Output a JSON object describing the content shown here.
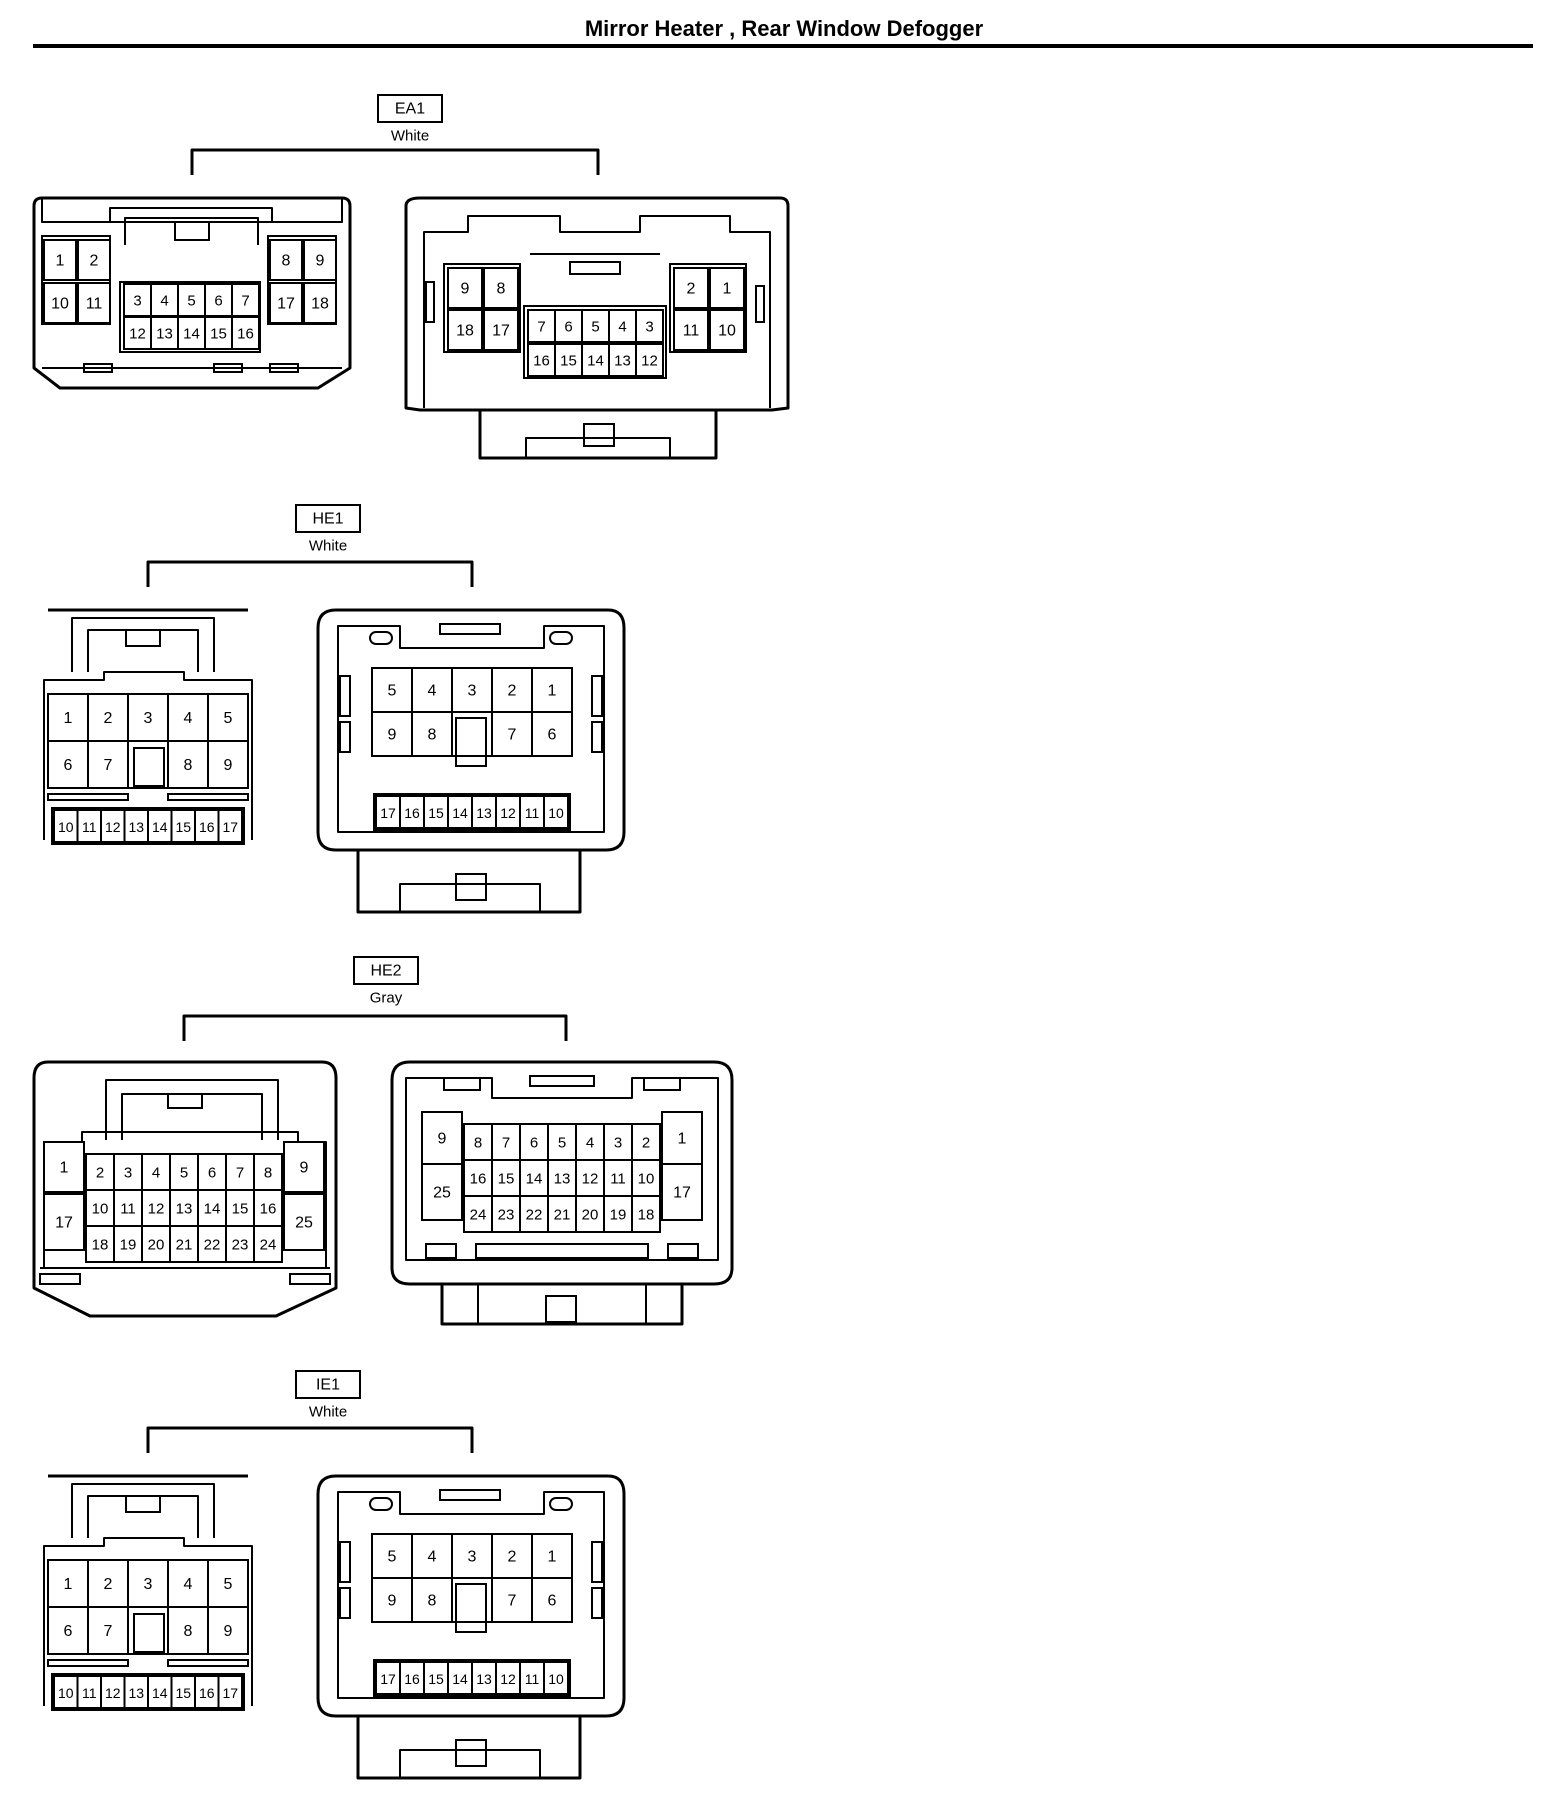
{
  "title": "Mirror Heater , Rear Window Defogger",
  "connectors": [
    {
      "code": "EA1",
      "color": "White",
      "left_view": {
        "top_row": [
          "1",
          "2",
          "8",
          "9"
        ],
        "row2": [
          "10",
          "11",
          "3",
          "4",
          "5",
          "6",
          "7",
          "17",
          "18"
        ],
        "row3": [
          "12",
          "13",
          "14",
          "15",
          "16"
        ]
      },
      "right_view": {
        "top_row": [
          "9",
          "8",
          "2",
          "1"
        ],
        "row2": [
          "18",
          "17",
          "7",
          "6",
          "5",
          "4",
          "3",
          "11",
          "10"
        ],
        "row3": [
          "16",
          "15",
          "14",
          "13",
          "12"
        ]
      }
    },
    {
      "code": "HE1",
      "color": "White",
      "left_view": {
        "row1": [
          "1",
          "2",
          "3",
          "4",
          "5"
        ],
        "row2": [
          "6",
          "7",
          "8",
          "9"
        ],
        "row3": [
          "10",
          "11",
          "12",
          "13",
          "14",
          "15",
          "16",
          "17"
        ]
      },
      "right_view": {
        "row1": [
          "5",
          "4",
          "3",
          "2",
          "1"
        ],
        "row2": [
          "9",
          "8",
          "7",
          "6"
        ],
        "row3": [
          "17",
          "16",
          "15",
          "14",
          "13",
          "12",
          "11",
          "10"
        ]
      }
    },
    {
      "code": "HE2",
      "color": "Gray",
      "left_view": {
        "side_left": [
          "1",
          "17"
        ],
        "row1": [
          "2",
          "3",
          "4",
          "5",
          "6",
          "7",
          "8"
        ],
        "row2": [
          "10",
          "11",
          "12",
          "13",
          "14",
          "15",
          "16"
        ],
        "row3": [
          "18",
          "19",
          "20",
          "21",
          "22",
          "23",
          "24"
        ],
        "side_right": [
          "9",
          "25"
        ]
      },
      "right_view": {
        "side_left": [
          "9",
          "25"
        ],
        "row1": [
          "8",
          "7",
          "6",
          "5",
          "4",
          "3",
          "2"
        ],
        "row2": [
          "16",
          "15",
          "14",
          "13",
          "12",
          "11",
          "10"
        ],
        "row3": [
          "24",
          "23",
          "22",
          "21",
          "20",
          "19",
          "18"
        ],
        "side_right": [
          "1",
          "17"
        ]
      }
    },
    {
      "code": "IE1",
      "color": "White",
      "left_view": {
        "row1": [
          "1",
          "2",
          "3",
          "4",
          "5"
        ],
        "row2": [
          "6",
          "7",
          "8",
          "9"
        ],
        "row3": [
          "10",
          "11",
          "12",
          "13",
          "14",
          "15",
          "16",
          "17"
        ]
      },
      "right_view": {
        "row1": [
          "5",
          "4",
          "3",
          "2",
          "1"
        ],
        "row2": [
          "9",
          "8",
          "7",
          "6"
        ],
        "row3": [
          "17",
          "16",
          "15",
          "14",
          "13",
          "12",
          "11",
          "10"
        ]
      }
    }
  ]
}
